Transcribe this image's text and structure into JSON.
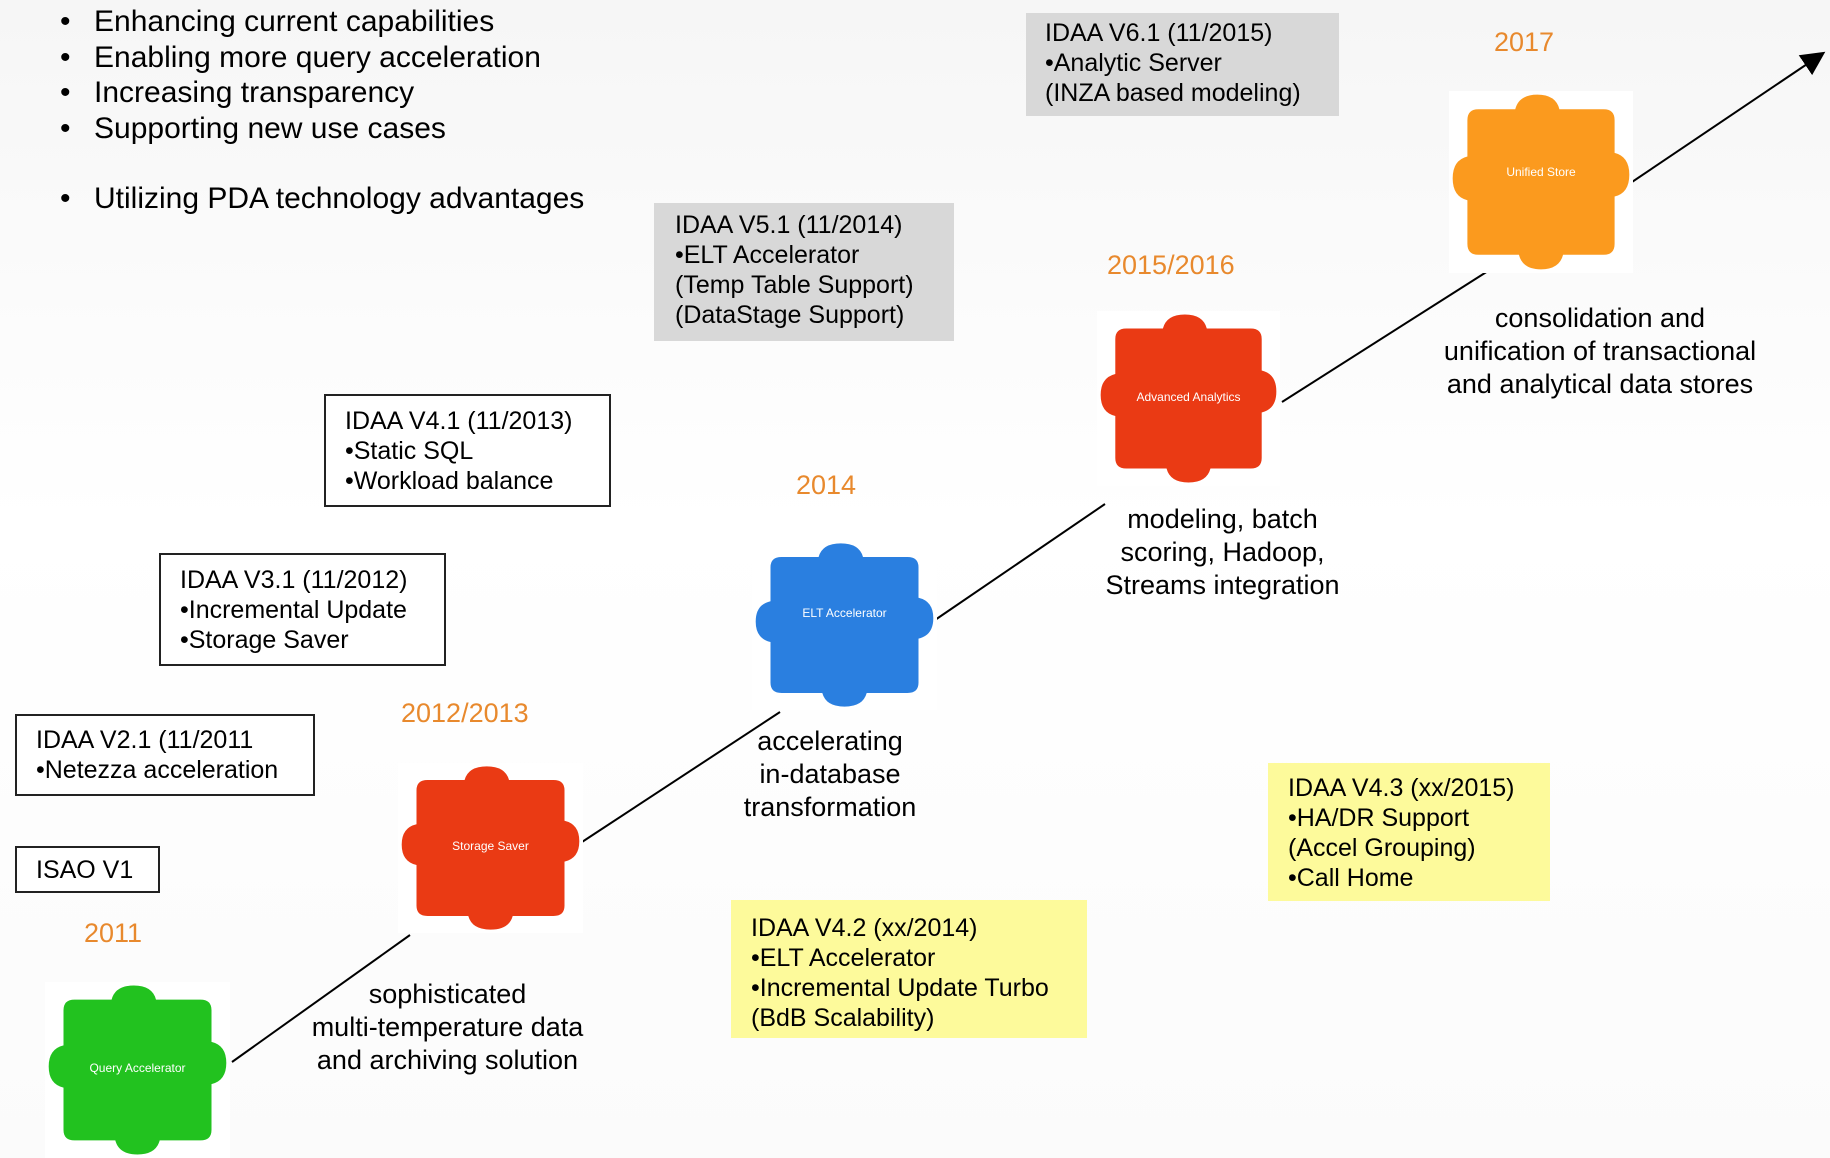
{
  "bullets": [
    "Enhancing current capabilities",
    "Enabling more query acceleration",
    "Increasing transparency",
    "Supporting new use cases",
    "Utilizing PDA technology advantages"
  ],
  "boxes": {
    "v61": [
      "IDAA V6.1 (11/2015)",
      "•Analytic Server",
      "(INZA based modeling)"
    ],
    "v51": [
      "IDAA V5.1 (11/2014)",
      "•ELT Accelerator",
      "(Temp Table Support)",
      "(DataStage Support)"
    ],
    "v41": [
      "IDAA V4.1 (11/2013)",
      "•Static SQL",
      "•Workload balance"
    ],
    "v31": [
      "IDAA V3.1 (11/2012)",
      "•Incremental Update",
      "•Storage Saver"
    ],
    "v21": [
      "IDAA V2.1 (11/2011",
      "•Netezza acceleration"
    ],
    "isao": [
      "ISAO V1"
    ],
    "v42": [
      "IDAA V4.2 (xx/2014)",
      "•ELT Accelerator",
      "•Incremental Update Turbo",
      "(BdB Scalability)"
    ],
    "v43": [
      "IDAA V4.3 (xx/2015)",
      "•HA/DR Support",
      "(Accel Grouping)",
      "•Call Home"
    ]
  },
  "years": {
    "y2011": "2011",
    "y2012": "2012/2013",
    "y2014": "2014",
    "y2015": "2015/2016",
    "y2017": "2017"
  },
  "pieces": {
    "query": {
      "label": "Query Accelerator",
      "color": "#22c21f"
    },
    "storage": {
      "label": "Storage Saver",
      "color": "#ea3a14"
    },
    "elt": {
      "label": "ELT Accelerator",
      "color": "#2a7fe0"
    },
    "analytics": {
      "label": "Advanced Analytics",
      "color": "#ea3a14"
    },
    "unified": {
      "label": "Unified Store",
      "color": "#fb9a1e"
    }
  },
  "descriptions": {
    "storage": [
      "sophisticated",
      "multi-temperature data",
      "and archiving solution"
    ],
    "elt": [
      "accelerating",
      "in-database",
      "transformation"
    ],
    "analytics": [
      "modeling, batch",
      "scoring, Hadoop,",
      "Streams integration"
    ],
    "unified": [
      "consolidation and",
      "unification of transactional",
      "and analytical data stores"
    ]
  },
  "colors": {
    "year": "#e8892d",
    "gray_box": "#d8d8d8",
    "yellow_box": "#fdfa9b"
  }
}
